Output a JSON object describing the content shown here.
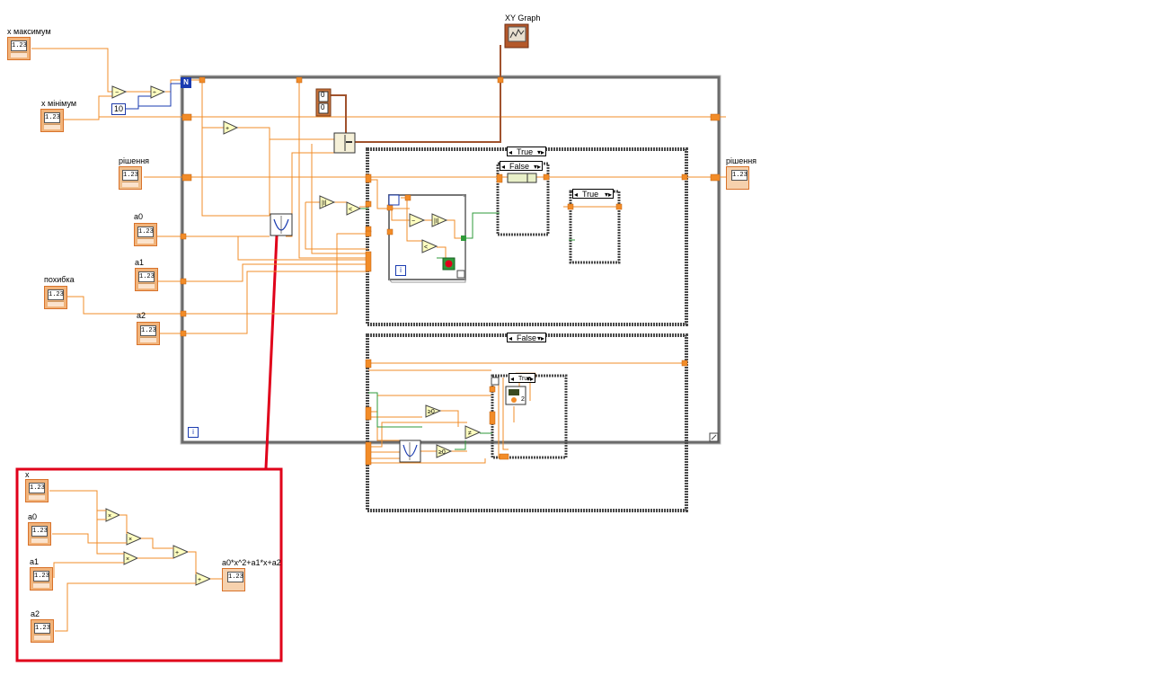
{
  "controls": {
    "x_max": {
      "label": "x максимум",
      "display": "1.23"
    },
    "x_min": {
      "label": "x мінімум",
      "display": "1.23"
    },
    "solution_in": {
      "label": "рішення",
      "display": "1.23"
    },
    "a0": {
      "label": "a0",
      "display": "1.23"
    },
    "a1": {
      "label": "a1",
      "display": "1.23"
    },
    "error": {
      "label": "похибка",
      "display": "1.23"
    },
    "a2": {
      "label": "a2",
      "display": "1.23"
    }
  },
  "indicators": {
    "xy_graph": {
      "label": "XY Graph"
    },
    "solution_out": {
      "label": "рішення",
      "display": "1.23"
    }
  },
  "constants": {
    "ten": "10",
    "zero_a": "0",
    "zero_b": "0",
    "for_n": "N",
    "iter_i": "i"
  },
  "case_selectors": {
    "main_true": "True",
    "inner_false": "False",
    "inner_true": "True",
    "main_false": "False",
    "lower_true": "True"
  },
  "subvi_detail": {
    "x": {
      "label": "x",
      "display": "1.23"
    },
    "a0": {
      "label": "a0",
      "display": "1.23"
    },
    "a1": {
      "label": "a1",
      "display": "1.23"
    },
    "a2": {
      "label": "a2",
      "display": "1.23"
    },
    "out": {
      "label": "a0*x^2+a1*x+a2",
      "display": "1.23"
    }
  },
  "operators": {
    "minus": "-",
    "divide": "÷",
    "plus": "+",
    "less": "<",
    "times": "×",
    "ge0": "≥0",
    "neq": "≠",
    "abs": "|I|",
    "two": "2"
  },
  "colors": {
    "wire_orange": "#f28c28",
    "wire_blue": "#1a3bb0",
    "wire_green": "#2e9a3a",
    "wire_brown": "#a0522d",
    "highlight_red": "#e0001a"
  }
}
